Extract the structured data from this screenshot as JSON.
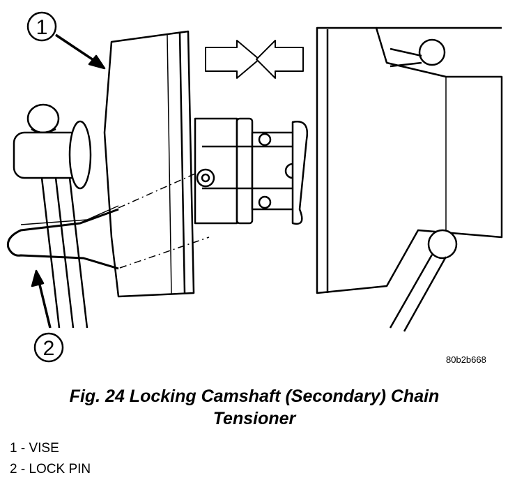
{
  "figure": {
    "callout_1": "1",
    "callout_2": "2",
    "code": "80b2b668"
  },
  "caption": {
    "line1": "Fig. 24 Locking Camshaft (Secondary) Chain",
    "line2": "Tensioner"
  },
  "legend": [
    "1 - VISE",
    "2 - LOCK PIN"
  ]
}
